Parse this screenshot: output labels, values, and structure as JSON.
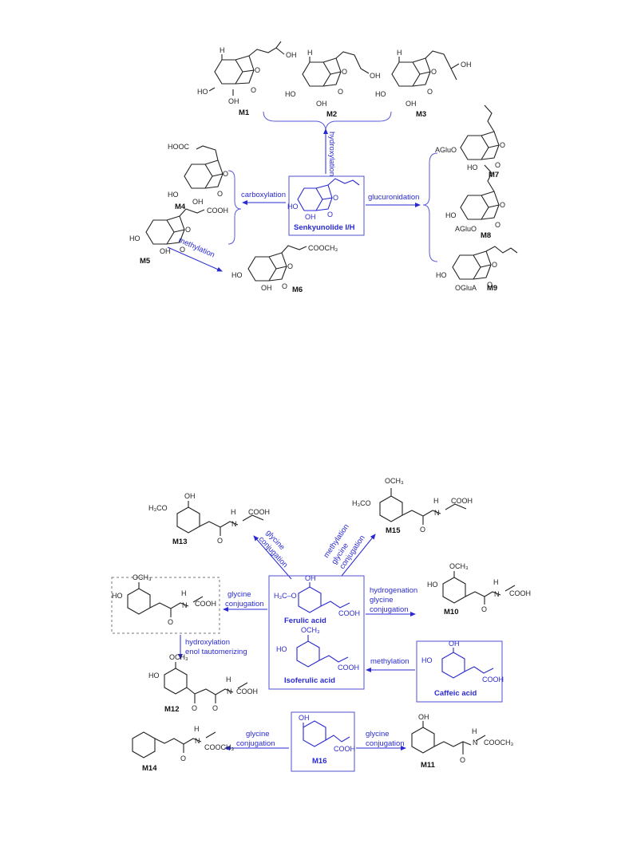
{
  "top": {
    "parent": "Senkyunolide I/H",
    "metabolites": [
      "M1",
      "M2",
      "M3",
      "M4",
      "M5",
      "M6",
      "M7",
      "M8",
      "M9"
    ],
    "reactions": {
      "hydroxylation": "hydroxylation",
      "carboxylation": "carboxylation",
      "glucuronidation": "glucuronidation",
      "methylation": "methylation"
    },
    "atoms": {
      "H": "H",
      "HO": "HO",
      "OH": "OH",
      "O": "O",
      "HOOC": "HOOC",
      "COOH": "COOH",
      "COOCH3": "COOCH₃",
      "AGluO": "AGluO",
      "OGluA": "OGluA"
    }
  },
  "bottom": {
    "parents": [
      "Ferulic acid",
      "Isoferulic acid",
      "Caffeic acid",
      "M16"
    ],
    "metabolites": [
      "M10",
      "M11",
      "M12",
      "M13",
      "M14",
      "M15"
    ],
    "reactions": {
      "glycine": "glycine",
      "conjugation": "conjugation",
      "methylation": "methylation",
      "hydrogenation": "hydrogenation",
      "hydroxylation": "hydroxylation",
      "enol_tautomerizing": "enol tautomerizing"
    },
    "atoms": {
      "OH": "OH",
      "HO": "HO",
      "H3CO": "H₃CO",
      "H3C_O": "H₃C–O",
      "OCH3": "OCH₃",
      "O": "O",
      "N_H": "N",
      "H": "H",
      "COOH": "COOH",
      "COOCH3": "COOCH₃"
    }
  }
}
